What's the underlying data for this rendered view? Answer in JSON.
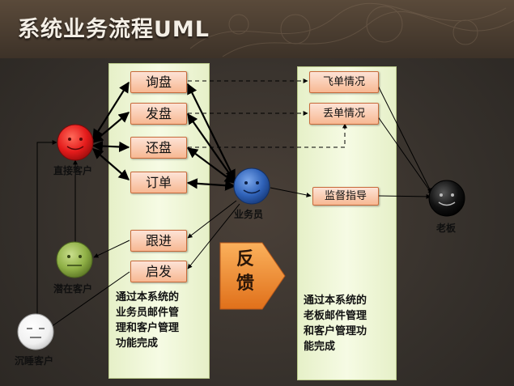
{
  "title": "系统业务流程UML",
  "actors": {
    "direct": "直接客户",
    "potential": "潜在客户",
    "dormant": "沉睡客户",
    "salesman": "业务员",
    "boss": "老板"
  },
  "left_actions": [
    "询盘",
    "发盘",
    "还盘",
    "订单",
    "跟进",
    "启发"
  ],
  "right_actions": [
    "飞单情况",
    "丢单情况",
    "监督指导"
  ],
  "feedback": "反馈",
  "left_note": [
    "通过本系统的",
    "业务员邮件管",
    "理和客户管理",
    "功能完成"
  ],
  "right_note": [
    "通过本系统的",
    "老板邮件管理",
    "和客户管理功",
    "能完成"
  ],
  "colors": {
    "direct": "#e41b1b",
    "potential": "#8fb046",
    "dormant": "#f4f4f4",
    "salesman": "#2f62b8",
    "boss": "#111111",
    "box_border": "#c96b3b",
    "panel": "#eef5d6",
    "feedback": "#f08a2a"
  }
}
